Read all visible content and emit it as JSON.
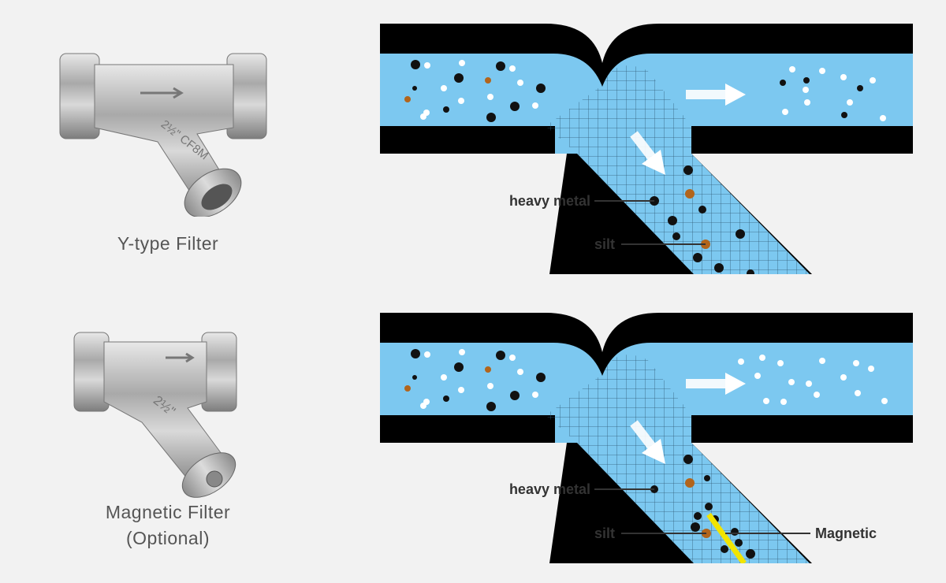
{
  "products": [
    {
      "caption": "Y-type Filter",
      "casting_text": "2½\" CF8M"
    },
    {
      "caption_line1": "Magnetic Filter",
      "caption_line2": "(Optional)",
      "casting_text": "2½\""
    }
  ],
  "diagrams": [
    {
      "labels": {
        "heavy_metal": "heavy metal",
        "silt": "silt"
      }
    },
    {
      "labels": {
        "heavy_metal": "heavy metal",
        "silt": "silt",
        "magnetic": "Magnetic"
      }
    }
  ],
  "colors": {
    "background": "#f2f2f2",
    "water": "#7cc8f0",
    "pipe": "#000000",
    "silt": "#b2651c",
    "heavy_metal": "#111111",
    "magnet": "#f2e400",
    "flow_arrow": "#ffffff"
  }
}
